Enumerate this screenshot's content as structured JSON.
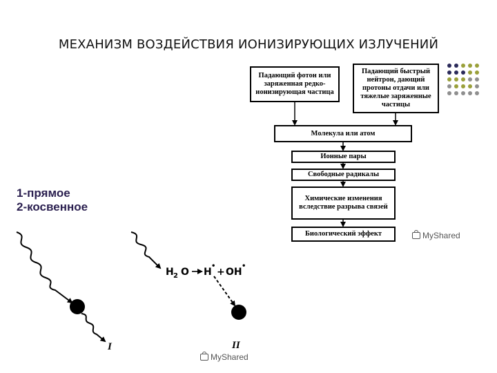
{
  "title": "МЕХАНИЗМ ВОЗДЕЙСТВИЯ ИОНИЗИРУЮЩИХ ИЗЛУЧЕНИЙ",
  "flowchart": {
    "sources": {
      "photon": "Падающий фотон или заряженная редко-ионизирующая частица",
      "neutron": "Падающий быстрый нейтрон, дающий протоны отдачи или тяжелые заряженные частицы"
    },
    "steps": [
      "Молекула или атом",
      "Ионные пары",
      "Свободные радикалы",
      "Химические изменения вследствие разрыва связей",
      "Биологический эффект"
    ]
  },
  "legend": {
    "direct": "1-прямое",
    "indirect": "2-косвенное"
  },
  "mechanism": {
    "direct_label": "I",
    "indirect_label": "II",
    "water_equation": {
      "h2": "H",
      "h2_sub": "2",
      "o": "O",
      "h": "H",
      "h_sup": "•",
      "plus": "+",
      "oh": "OH",
      "oh_sup": "•"
    }
  },
  "watermark": {
    "text": "MyShared"
  },
  "decor_dot_colors": [
    "#2b2a5a",
    "#9aa03a",
    "#8f8f8f"
  ]
}
